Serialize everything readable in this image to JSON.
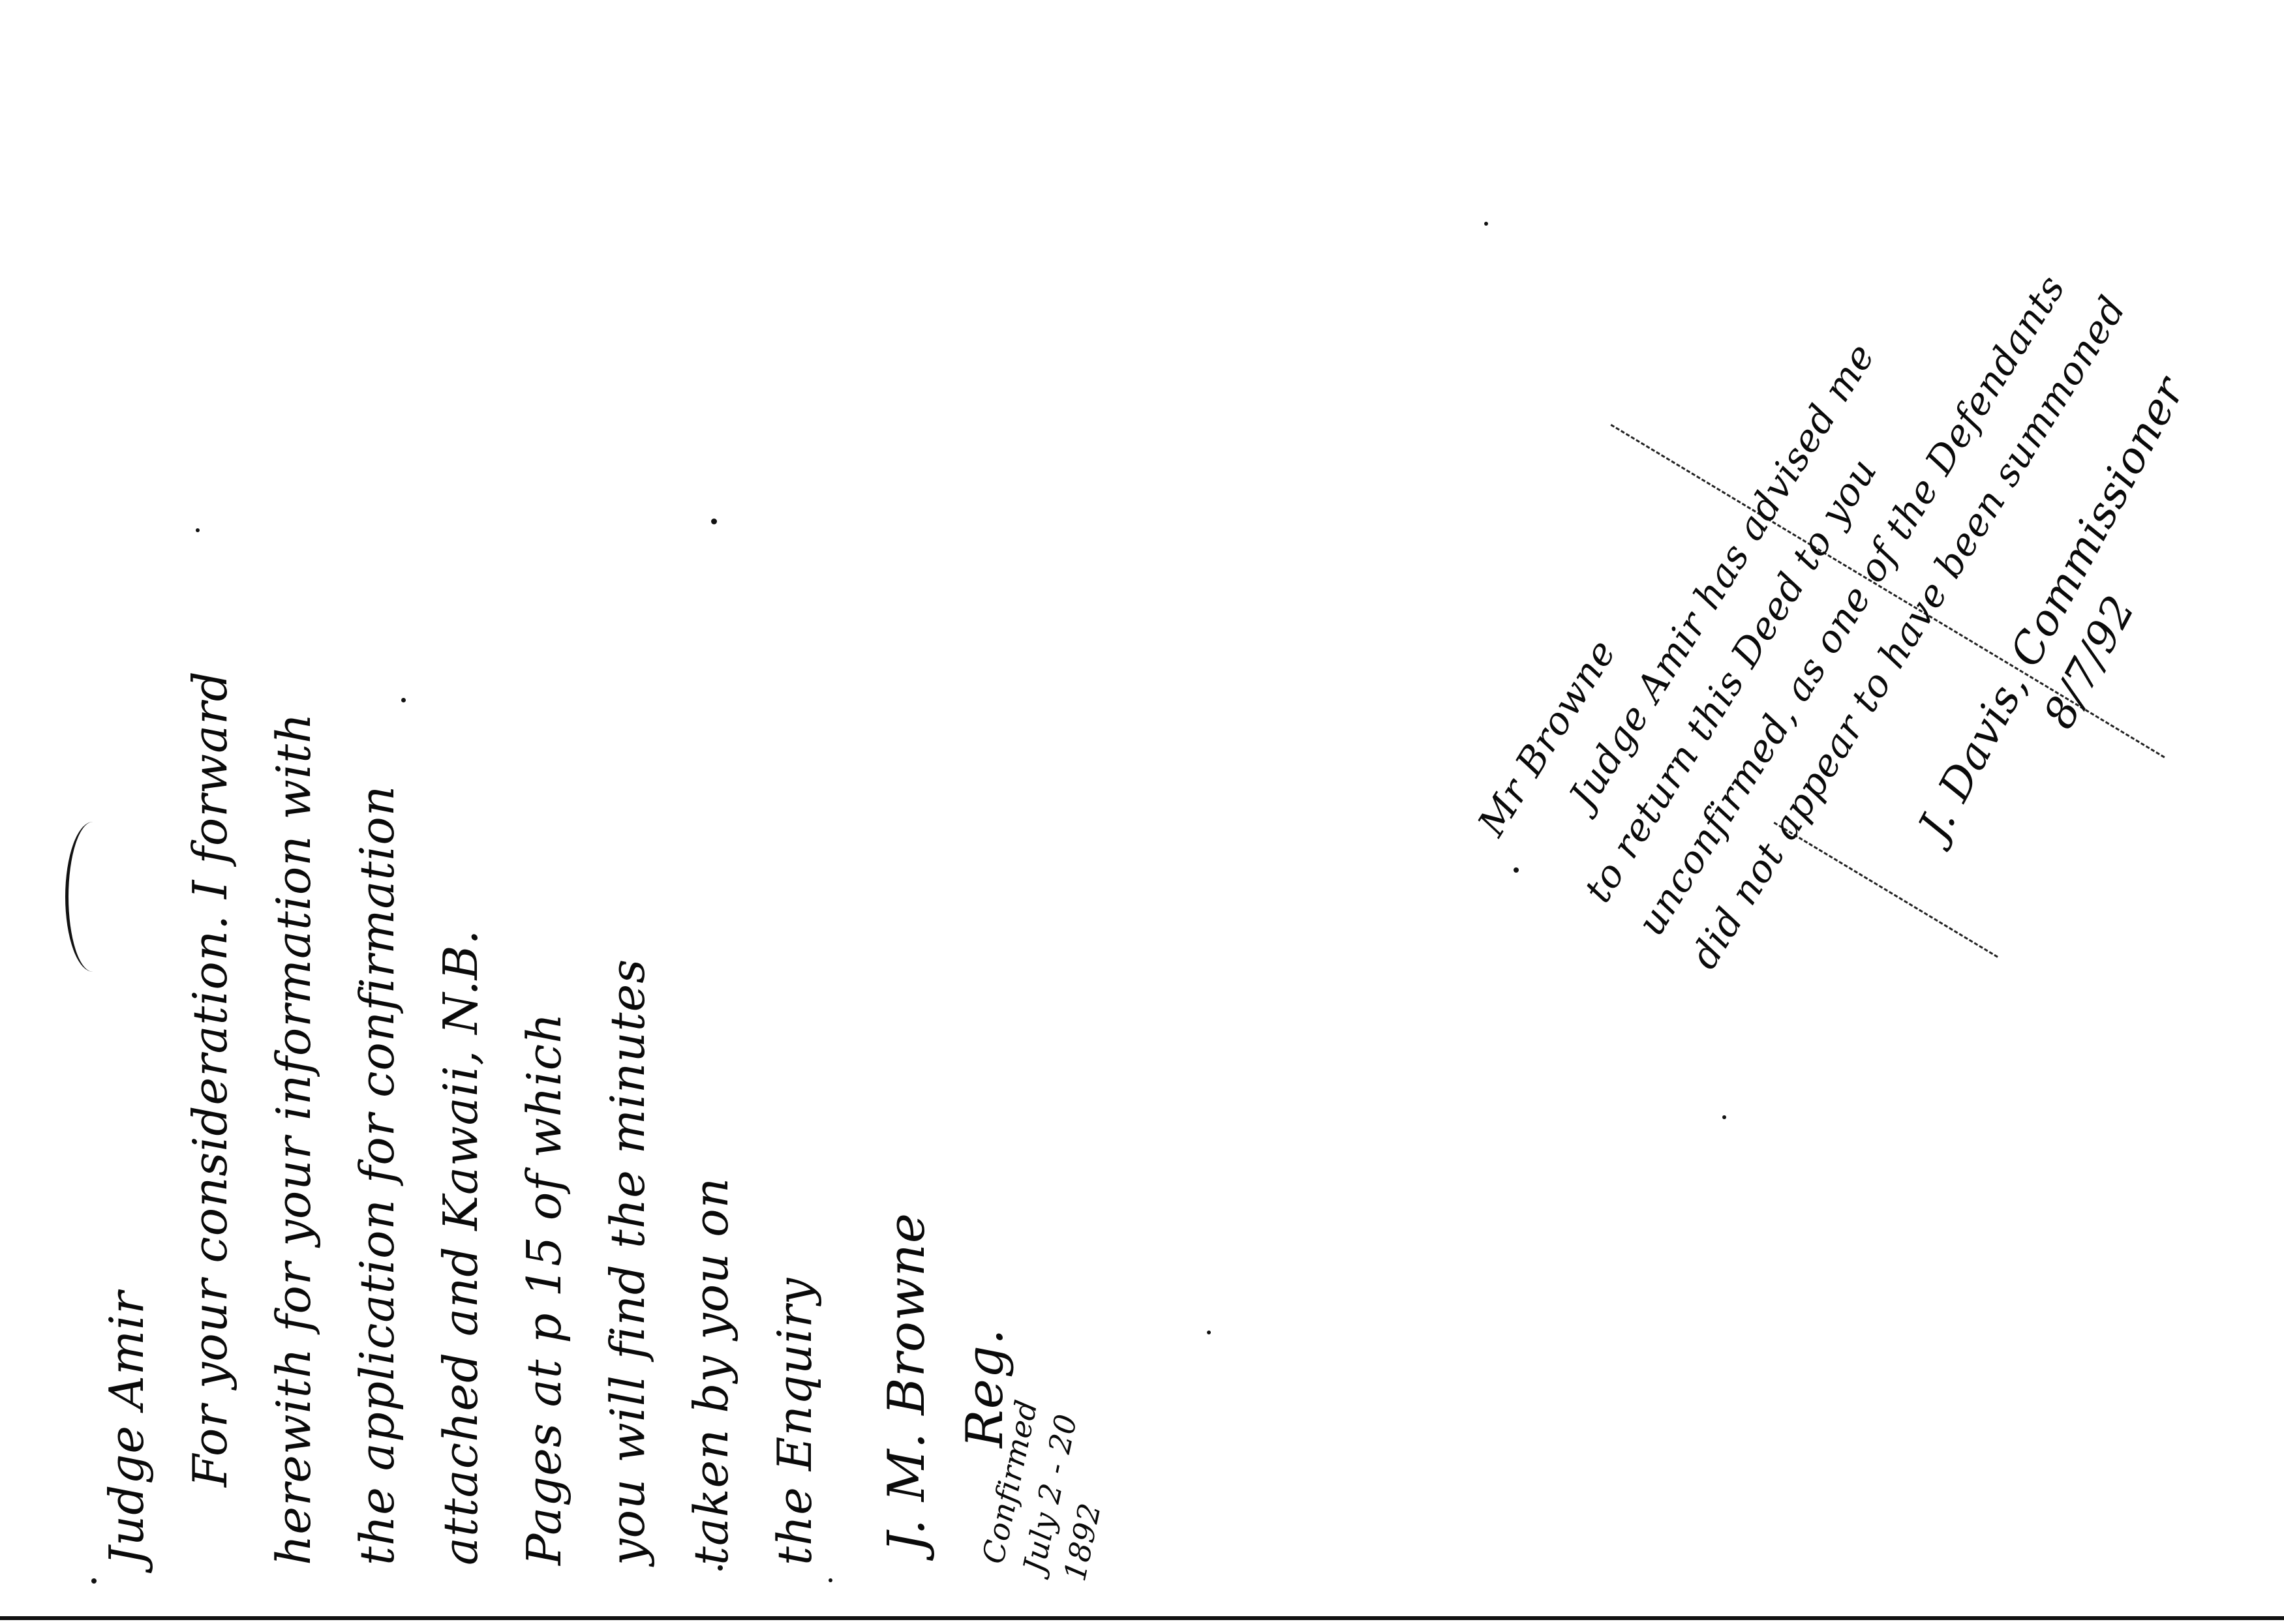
{
  "left_note": {
    "lines": [
      "Judge Amir",
      "For your consideration. I forward",
      "herewith for your information with",
      "the application for confirmation",
      "attached and Kawaii, N.B.",
      "Pages at p 15 of which",
      "you will find the minutes",
      "taken by you on",
      "the Enquiry"
    ],
    "signature": [
      "J. M. Browne",
      "Reg."
    ]
  },
  "stamp_left": [
    "Confirmed",
    "July 2 - 20",
    "1892"
  ],
  "right_note": {
    "lines": [
      "Mr Browne",
      "Judge Amir has advised me",
      "to return this Deed to you",
      "unconfirmed, as one of the Defendants",
      "did not appear to have been summoned"
    ],
    "signature": [
      "J. Davis, Commissioner",
      "8/7/92"
    ]
  }
}
